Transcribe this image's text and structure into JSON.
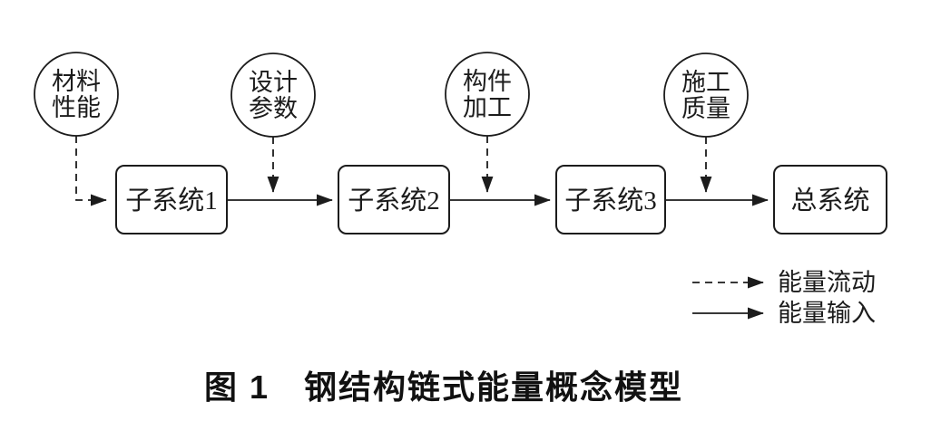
{
  "figure": {
    "inputs": [
      {
        "line1": "材料",
        "line2": "性能"
      },
      {
        "line1": "设计",
        "line2": "参数"
      },
      {
        "line1": "构件",
        "line2": "加工"
      },
      {
        "line1": "施工",
        "line2": "质量"
      }
    ],
    "systems": [
      {
        "label": "子系统1"
      },
      {
        "label": "子系统2"
      },
      {
        "label": "子系统3"
      },
      {
        "label": "总系统"
      }
    ],
    "legend": {
      "dashed_label": "能量流动",
      "solid_label": "能量输入"
    },
    "caption": "图 1　钢结构链式能量概念模型",
    "colors": {
      "stroke": "#1c1c1c",
      "background": "#ffffff"
    }
  }
}
